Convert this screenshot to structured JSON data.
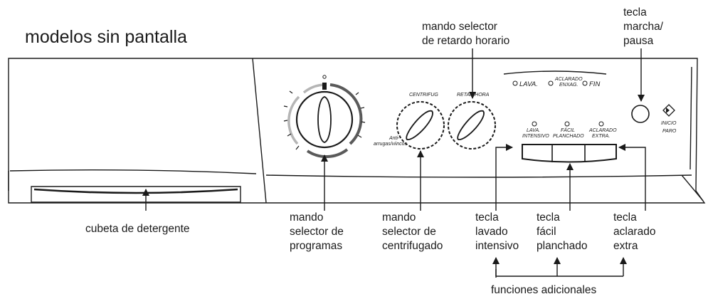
{
  "title": "modelos sin pantalla",
  "callouts": {
    "delay_knob": [
      "mando selector",
      "de retardo horario"
    ],
    "start_pause": [
      "tecla",
      "marcha/",
      "pausa"
    ],
    "detergent": "cubeta de detergente",
    "program_knob": [
      "mando",
      "selector de",
      "programas"
    ],
    "spin_knob": [
      "mando",
      "selector de",
      "centrifugado"
    ],
    "intensive_key": [
      "tecla",
      "lavado",
      "intensivo"
    ],
    "easy_iron_key": [
      "tecla",
      "fácil",
      "planchado"
    ],
    "extra_rinse_key": [
      "tecla",
      "aclarado",
      "extra"
    ],
    "additional": "funciones adicionales"
  },
  "panel": {
    "spin_label": "CENTRIFUG",
    "spin_sub": [
      "Anti-",
      "arrugas/viincos"
    ],
    "delay_label": "RETAR HORA",
    "status": {
      "lava": "LAVA.",
      "aclarado": [
        "ACLARADO",
        "ENXAG."
      ],
      "fin": "FIN"
    },
    "keys": [
      [
        "LAVA.",
        "INTENSIVO"
      ],
      [
        "FÁCIL",
        "PLANCHADO"
      ],
      [
        "ACLARADO",
        "EXTRA."
      ]
    ],
    "start": [
      "INICIO",
      "PARO"
    ]
  },
  "icons": [
    "start-pause-icon",
    "arrow-icon",
    "knob-icon"
  ]
}
